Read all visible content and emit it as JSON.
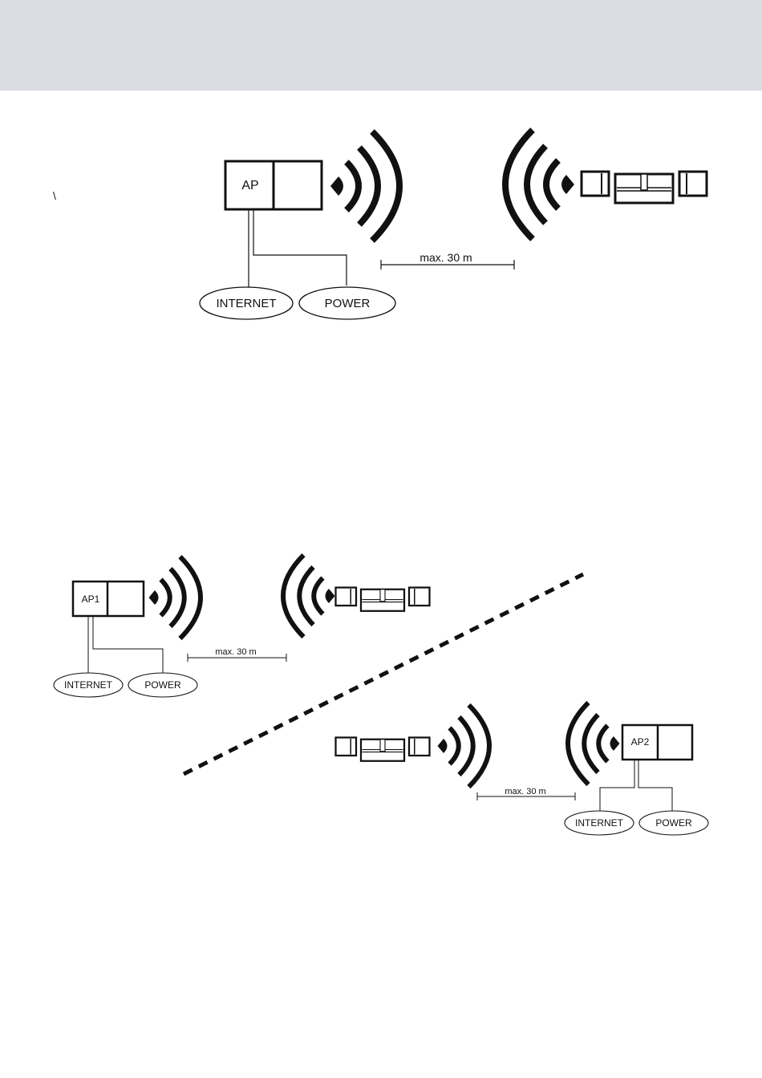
{
  "page": {
    "header_color": "#dcdde2",
    "ink_color": "#111111",
    "stray_mark": "\\"
  },
  "diagram_top": {
    "ap_label": "AP",
    "internet_label": "INTERNET",
    "power_label": "POWER",
    "range_label": "max. 30 m"
  },
  "diagram_bottom": {
    "ap1_label": "AP1",
    "ap1_internet_label": "INTERNET",
    "ap1_power_label": "POWER",
    "ap1_range_label": "max. 30 m",
    "ap2_label": "AP2",
    "ap2_internet_label": "INTERNET",
    "ap2_power_label": "POWER",
    "ap2_range_label": "max. 30 m"
  }
}
